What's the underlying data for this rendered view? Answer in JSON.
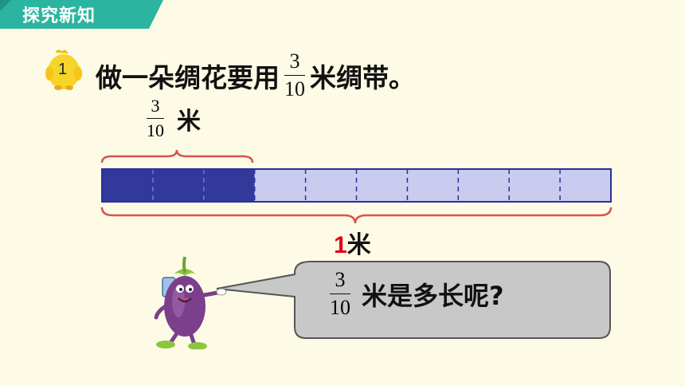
{
  "section": {
    "title": "探究新知"
  },
  "problem": {
    "number": "1",
    "text_before": "做一朵绸花要用",
    "fraction": {
      "numerator": "3",
      "denominator": "10"
    },
    "text_after": "米绸带。"
  },
  "diagram": {
    "part_label": {
      "numerator": "3",
      "denominator": "10",
      "unit": "米"
    },
    "whole_label": {
      "number": "1",
      "unit": "米"
    },
    "segments_total": 10,
    "segments_shaded": 3,
    "colors": {
      "shaded": "#33399a",
      "unshaded": "#c9ccef",
      "border": "#2a2f9a",
      "brace": "#d9534f"
    }
  },
  "speech": {
    "fraction": {
      "numerator": "3",
      "denominator": "10"
    },
    "question": "米是多长呢?"
  },
  "colors": {
    "banner": "#2bb5a0",
    "background": "#fdfbe6",
    "badge": "#f6d52a"
  }
}
